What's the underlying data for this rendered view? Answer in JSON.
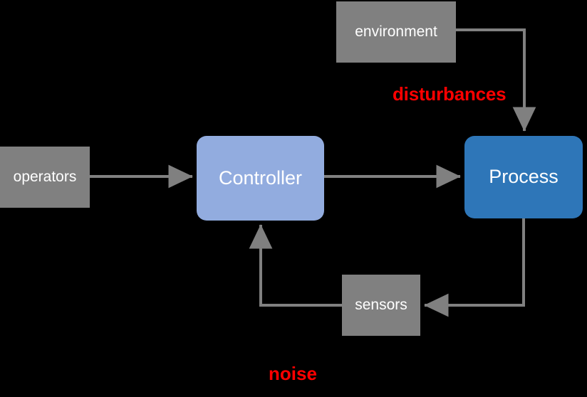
{
  "diagram": {
    "title": "feedback control loop block diagram",
    "background_color": "#000000",
    "nodes": [
      {
        "id": "operators",
        "label": "operators",
        "fill": "#808080",
        "text_color": "#ffffff",
        "shape": "rectangle"
      },
      {
        "id": "environment",
        "label": "environment",
        "fill": "#808080",
        "text_color": "#ffffff",
        "shape": "rectangle"
      },
      {
        "id": "sensors",
        "label": "sensors",
        "fill": "#808080",
        "text_color": "#ffffff",
        "shape": "rectangle"
      },
      {
        "id": "controller",
        "label": "Controller",
        "fill": "#92ACDF",
        "text_color": "#ffffff",
        "shape": "rounded-rectangle"
      },
      {
        "id": "process",
        "label": "Process",
        "fill": "#2E76B8",
        "text_color": "#ffffff",
        "shape": "rounded-rectangle"
      }
    ],
    "annotations": [
      {
        "id": "disturbances",
        "label": "disturbances",
        "color": "#FF0000",
        "bold": true
      },
      {
        "id": "noise",
        "label": "noise",
        "color": "#FF0000",
        "bold": true
      }
    ],
    "edges": [
      {
        "id": "operators-to-controller",
        "from": "operators",
        "to": "controller",
        "color": "#808080",
        "arrow": true
      },
      {
        "id": "controller-to-process",
        "from": "controller",
        "to": "process",
        "color": "#808080",
        "arrow": true
      },
      {
        "id": "environment-to-process",
        "from": "environment",
        "to": "process",
        "color": "#808080",
        "arrow": true,
        "annotation": "disturbances"
      },
      {
        "id": "process-to-sensors",
        "from": "process",
        "to": "sensors",
        "color": "#808080",
        "arrow": true
      },
      {
        "id": "sensors-to-controller",
        "from": "sensors",
        "to": "controller",
        "color": "#808080",
        "arrow": true,
        "annotation": "noise"
      }
    ],
    "edge_color": "#808080"
  }
}
